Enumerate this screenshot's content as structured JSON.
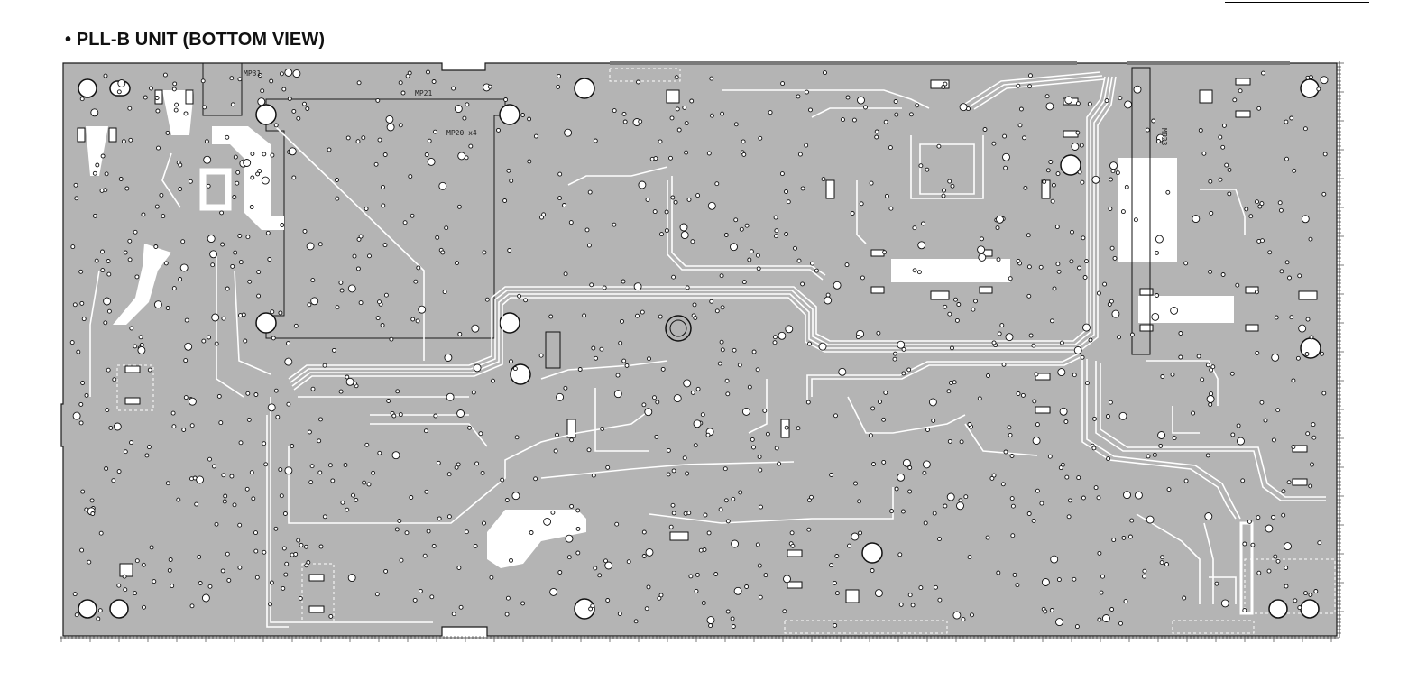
{
  "page": {
    "title": "• PLL-B UNIT (BOTTOM VIEW)"
  },
  "board": {
    "name": "PLL-B UNIT",
    "view": "BOTTOM VIEW",
    "mount_points": [
      {
        "label": "MP31"
      },
      {
        "label": "MP21"
      },
      {
        "label": "MP20 x4"
      },
      {
        "label": "MP23"
      }
    ]
  },
  "colors": {
    "board_fill": "#b4b4b4",
    "trace": "#ffffff",
    "outline": "#1a1a1a",
    "via": "#111111"
  }
}
